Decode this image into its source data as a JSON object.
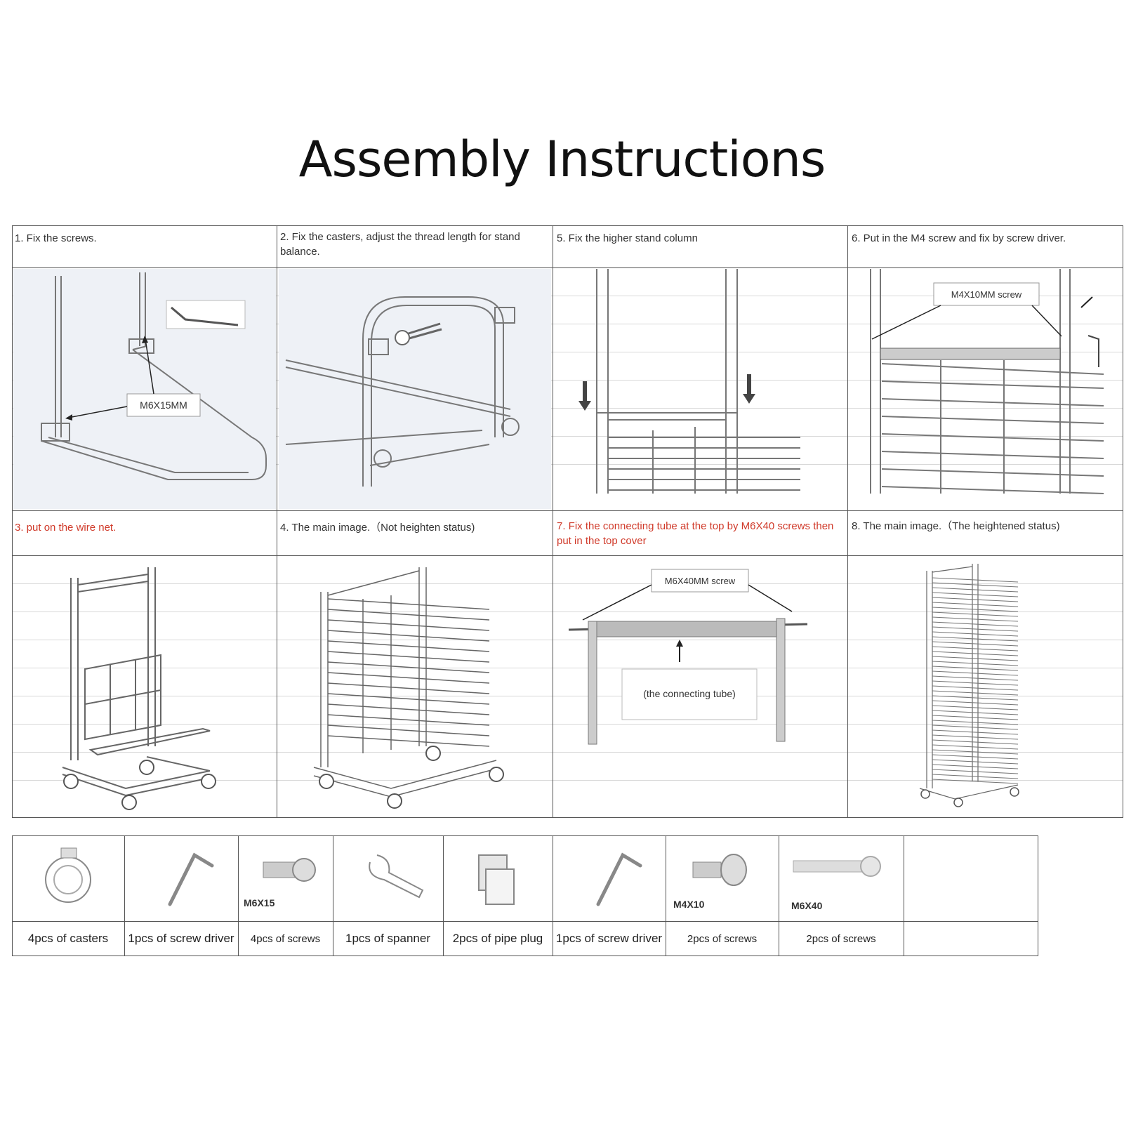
{
  "title": "Assembly Instructions",
  "steps": [
    {
      "label": "1. Fix the screws.",
      "callouts": [
        "M6X15MM"
      ]
    },
    {
      "label": "2. Fix the casters, adjust the thread length for stand balance.",
      "callouts": []
    },
    {
      "label": "5. Fix the higher stand column",
      "callouts": []
    },
    {
      "label": "6. Put in the M4 screw and fix by screw driver.",
      "callouts": [
        "M4X10MM screw"
      ]
    },
    {
      "label": "3. put on the wire net.",
      "callouts": [],
      "highlight": true
    },
    {
      "label": "4. The main image.（Not heighten status)",
      "callouts": []
    },
    {
      "label": "7. Fix the connecting tube at the top by M6X40 screws then put in the top cover",
      "callouts": [
        "M6X40MM screw",
        "(the connecting tube)"
      ],
      "highlight": true
    },
    {
      "label": "8. The main image.（The heightened status)",
      "callouts": []
    }
  ],
  "parts": [
    {
      "icon": "caster-icon",
      "code": "",
      "caption": "4pcs of casters"
    },
    {
      "icon": "hex-key-icon",
      "code": "",
      "caption": "1pcs of screw driver"
    },
    {
      "icon": "screw-icon",
      "code": "M6X15",
      "caption": "4pcs of screws"
    },
    {
      "icon": "spanner-icon",
      "code": "",
      "caption": "1pcs of spanner"
    },
    {
      "icon": "pipe-plug-icon",
      "code": "",
      "caption": "2pcs of pipe plug"
    },
    {
      "icon": "hex-key-icon",
      "code": "",
      "caption": "1pcs of screw driver"
    },
    {
      "icon": "screw-icon",
      "code": "M4X10",
      "caption": "2pcs of screws"
    },
    {
      "icon": "long-screw-icon",
      "code": "M6X40",
      "caption": "2pcs of screws"
    }
  ],
  "colors": {
    "highlight": "#d03a2a",
    "line": "#555555",
    "text": "#222222"
  }
}
